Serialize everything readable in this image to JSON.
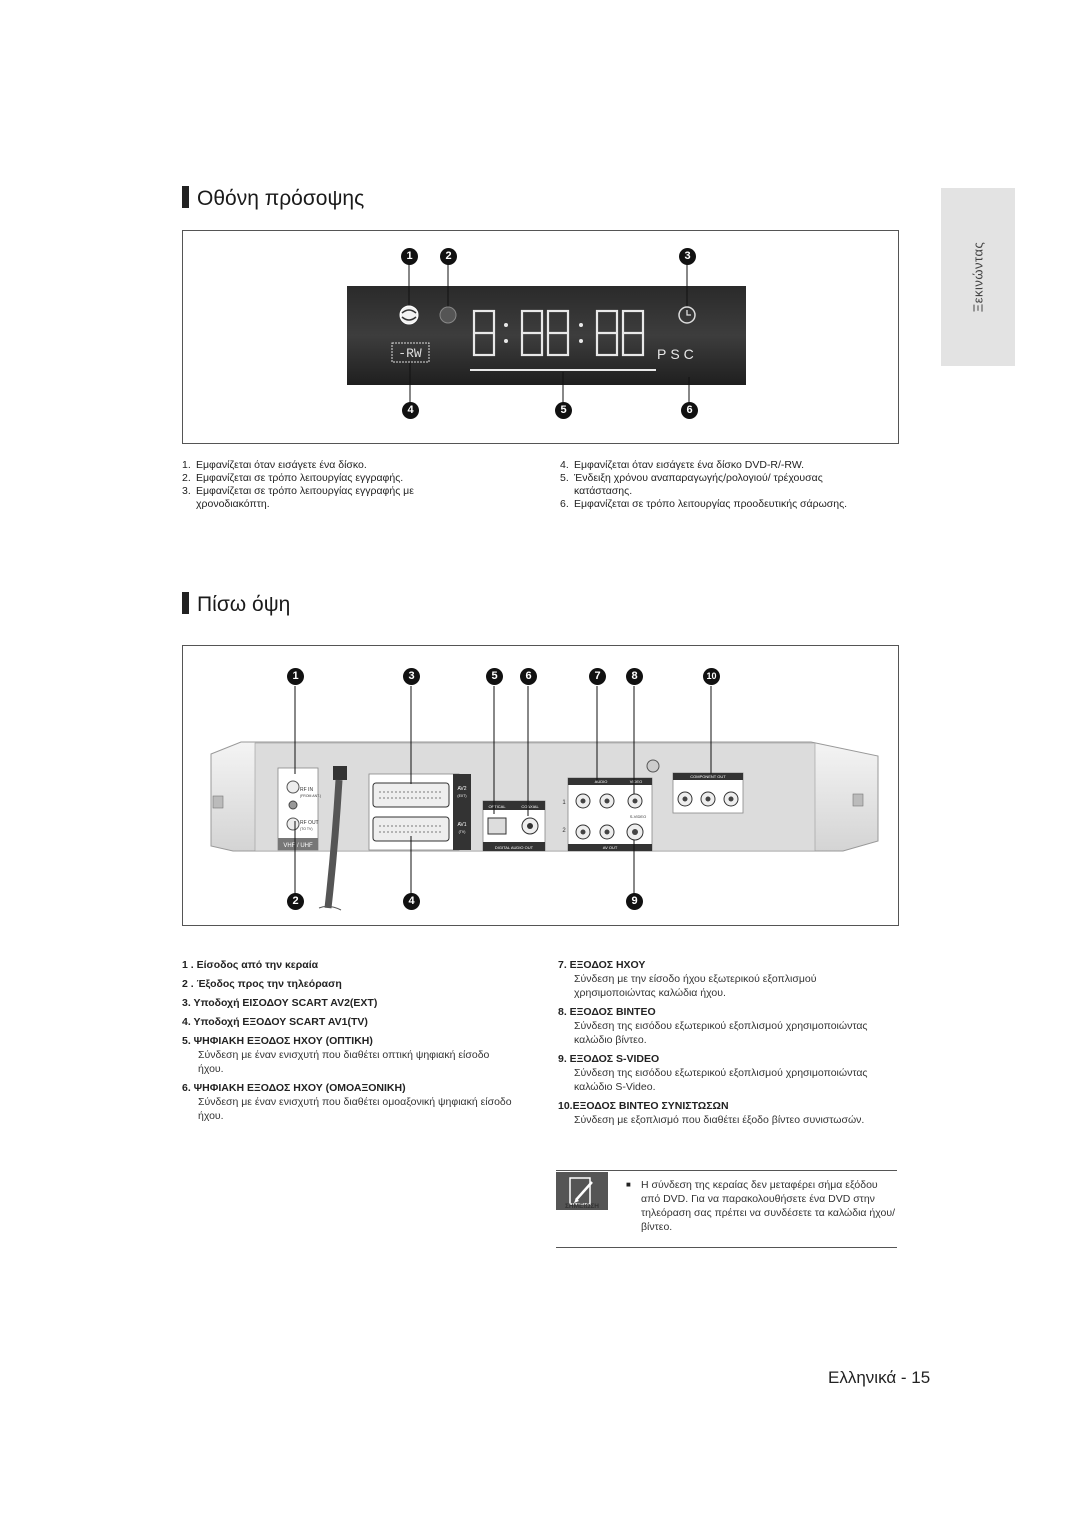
{
  "side_tab": "Ξεκινώντας",
  "front": {
    "title": "Οθόνη πρόσοψης",
    "callouts": [
      "1",
      "2",
      "3",
      "4",
      "5",
      "6"
    ],
    "display": {
      "rw_label": "-RW",
      "psc_label": "PSC"
    },
    "items_left": [
      {
        "num": "1.",
        "text": "Εμφανίζεται όταν εισάγετε ένα δίσκο."
      },
      {
        "num": "2.",
        "text": "Εμφανίζεται σε τρόπο λειτουργίας εγγραφής."
      },
      {
        "num": "3.",
        "text": "Εμφανίζεται σε τρόπο λειτουργίας εγγραφής με χρονοδιακόπτη."
      }
    ],
    "items_right": [
      {
        "num": "4.",
        "text": "Εμφανίζεται όταν εισάγετε ένα δίσκο DVD-R/-RW."
      },
      {
        "num": "5.",
        "text": "Ένδειξη χρόνου αναπαραγωγής/ρολογιού/ τρέχουσας κατάστασης."
      },
      {
        "num": "6.",
        "text": "Εμφανίζεται σε τρόπο λειτουργίας προοδευτικής σάρωσης."
      }
    ]
  },
  "rear": {
    "title": "Πίσω όψη",
    "callouts_top": [
      "1",
      "3",
      "5",
      "6",
      "7",
      "8",
      "10"
    ],
    "callouts_bottom": [
      "2",
      "4",
      "9"
    ],
    "panel_labels": {
      "rf_in": "RF IN",
      "rf_in_sub": "(FROM ANT.)",
      "rf_out": "RF OUT",
      "rf_out_sub": "(TO TV)",
      "vhf_uhf": "VHF / UHF",
      "av2": "AV2",
      "av2_sub": "(EXT)",
      "av1": "AV1",
      "av1_sub": "(TV)",
      "optical": "OPTICAL",
      "coaxial": "COAXIAL",
      "digital_audio_out": "DIGITAL AUDIO OUT",
      "audio": "AUDIO",
      "video": "VIDEO",
      "s_video": "S-VIDEO",
      "av_out": "AV OUT",
      "component_out": "COMPONENT OUT",
      "row1": "1",
      "row2": "2"
    },
    "items_left": [
      {
        "head": "1 .  Είσοδος από την κεραία"
      },
      {
        "head": "2 .  Έξοδος προς την τηλεόραση"
      },
      {
        "head": "3. Υποδοχή ΕΙΣΟΔΟΥ SCART AV2(EXT)"
      },
      {
        "head": "4. Υποδοχή ΕΞΟΔΟΥ SCART AV1(TV)"
      },
      {
        "head": "5. ΨΗΦΙΑΚΗ ΕΞΟΔΟΣ ΗΧΟΥ (ΟΠΤΙΚΗ)",
        "desc": "Σύνδεση με έναν ενισχυτή που διαθέτει οπτική ψηφιακή είσοδο ήχου."
      },
      {
        "head": "6. ΨΗΦΙΑΚΗ ΕΞΟΔΟΣ ΗΧΟΥ (ΟΜΟΑΞΟΝΙΚΗ)",
        "desc": "Σύνδεση με έναν ενισχυτή που διαθέτει ομοαξονική ψηφιακή είσοδο ήχου."
      }
    ],
    "items_right": [
      {
        "head": "7.  ΕΞΟΔΟΣ ΗΧΟΥ",
        "desc": "Σύνδεση με την είσοδο ήχου εξωτερικού εξοπλισμού χρησιμοποιώντας καλώδια ήχου."
      },
      {
        "head": "8.  ΕΞΟΔΟΣ ΒΙΝΤΕΟ",
        "desc": "Σύνδεση της εισόδου εξωτερικού εξοπλισμού χρησιμοποιώντας καλώδιο βίντεο."
      },
      {
        "head": "9.  ΕΞΟΔΟΣ S-VIDEO",
        "desc": "Σύνδεση της εισόδου εξωτερικού εξοπλισμού χρησιμοποιώντας καλώδιο S-Video."
      },
      {
        "head": "10.ΕΞΟΔΟΣ ΒΙΝΤΕΟ ΣΥΝΙΣΤΩΣΩΝ",
        "desc": "Σύνδεση με εξοπλισμό που διαθέτει έξοδο βίντεο συνιστωσών."
      }
    ]
  },
  "note": {
    "label": "ΣΗΜΕΙΩΣΗ",
    "bullet": "■",
    "text": "Η σύνδεση της κεραίας δεν μεταφέρει σήμα εξόδου από DVD. Για να παρακολουθήσετε ένα DVD στην τηλεόραση σας πρέπει να συνδέσετε τα καλώδια ήχου/βίντεο."
  },
  "footer": {
    "page": "Ελληνικά - 15"
  }
}
